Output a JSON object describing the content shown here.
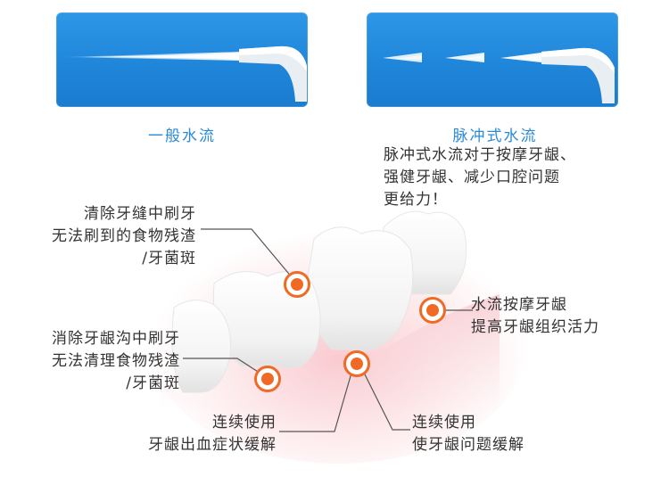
{
  "panels": {
    "left_caption": "一般水流",
    "right_caption": "脉冲式水流"
  },
  "pulse_description": [
    "脉冲式水流对于按摩牙龈、",
    "强健牙龈、减少口腔问题",
    "更给力！"
  ],
  "callouts": {
    "gap_cleaning": [
      "清除牙缝中刷牙",
      "无法刷到的食物残渣",
      "/牙菌斑"
    ],
    "gum_pocket": [
      "消除牙龈沟中刷牙",
      "无法清理食物残渣",
      "/牙菌斑"
    ],
    "massage": [
      "水流按摩牙龈",
      "提高牙龈组织活力"
    ],
    "bleeding": [
      "连续使用",
      "牙龈出血症状缓解"
    ],
    "problems": [
      "连续使用",
      "使牙龈问题缓解"
    ]
  },
  "colors": {
    "panel_blue": "#1f86da",
    "caption_blue": "#2a8ad8",
    "marker_orange": "#f06a25"
  },
  "icons": [
    "nozzle-icon",
    "water-jet-icon",
    "pulse-jet-icon",
    "teeth-illustration"
  ]
}
